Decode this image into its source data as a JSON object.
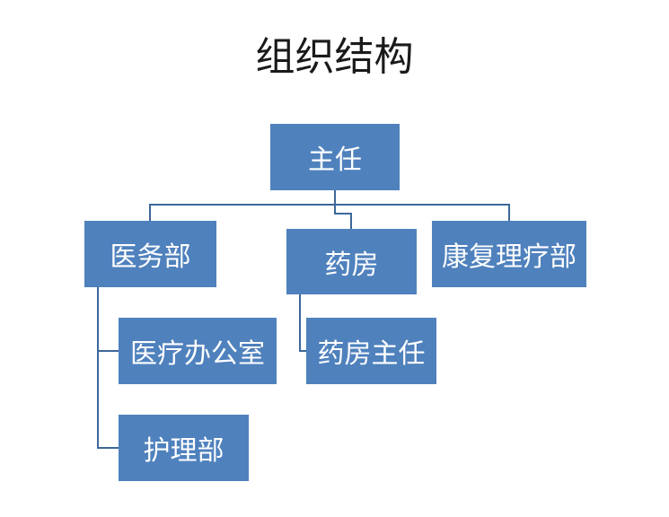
{
  "diagram": {
    "title": "组织结构",
    "nodes": {
      "director": "主任",
      "medical_dept": "医务部",
      "pharmacy": "药房",
      "rehab_dept": "康复理疗部",
      "clinic_office": "医疗办公室",
      "nursing_dept": "护理部",
      "pharmacy_head": "药房主任"
    },
    "colors": {
      "node_fill": "#4f81bd",
      "connector": "#3d6799",
      "text_on_node": "#ffffff"
    }
  }
}
